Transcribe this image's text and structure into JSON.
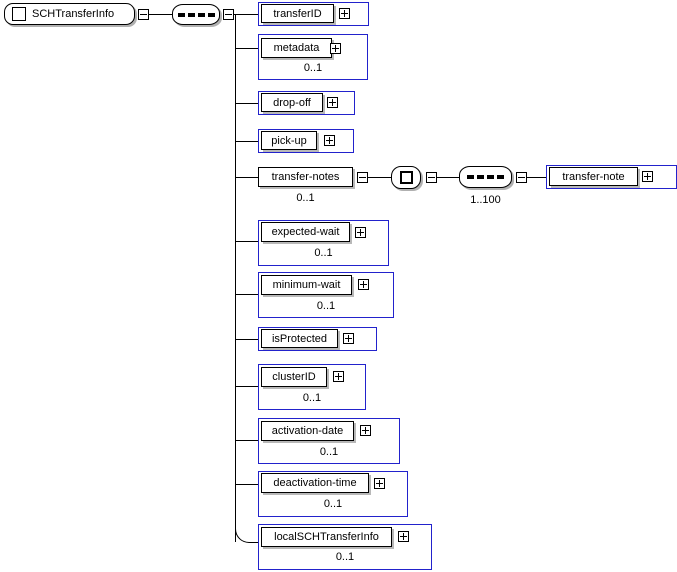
{
  "diagram": {
    "title": "SCHTransferInfo",
    "root": {
      "label": "SCHTransferInfo",
      "icon": "element-icon",
      "expander": "minus"
    },
    "root_compositor": {
      "kind": "sequence",
      "icon": "sequence-icon",
      "expander": "minus"
    },
    "children": [
      {
        "label": "transferID",
        "occurs": "",
        "expander": "plus",
        "style": "blue"
      },
      {
        "label": "metadata",
        "occurs": "0..1",
        "expander": "plus",
        "style": "blue"
      },
      {
        "label": "drop-off",
        "occurs": "",
        "expander": "plus",
        "style": "blue"
      },
      {
        "label": "pick-up",
        "occurs": "",
        "expander": "plus",
        "style": "blue"
      },
      {
        "label": "transfer-notes",
        "occurs": "0..1",
        "expander": "minus",
        "style": "plain"
      },
      {
        "label": "expected-wait",
        "occurs": "0..1",
        "expander": "plus",
        "style": "blue"
      },
      {
        "label": "minimum-wait",
        "occurs": "0..1",
        "expander": "plus",
        "style": "blue"
      },
      {
        "label": "isProtected",
        "occurs": "",
        "expander": "plus",
        "style": "blue"
      },
      {
        "label": "clusterID",
        "occurs": "0..1",
        "expander": "plus",
        "style": "blue"
      },
      {
        "label": "activation-date",
        "occurs": "0..1",
        "expander": "plus",
        "style": "blue"
      },
      {
        "label": "deactivation-time",
        "occurs": "0..1",
        "expander": "plus",
        "style": "blue"
      },
      {
        "label": "localSCHTransferInfo",
        "occurs": "0..1",
        "expander": "plus",
        "style": "blue"
      }
    ],
    "transfer_notes_branch": {
      "all_compositor": {
        "kind": "all",
        "icon": "all-icon",
        "expander": "minus"
      },
      "sequence_compositor": {
        "kind": "sequence",
        "icon": "sequence-icon",
        "expander": "minus",
        "occurs": "1..100"
      },
      "leaf": {
        "label": "transfer-note",
        "occurs": "",
        "expander": "plus",
        "style": "blue"
      }
    },
    "colors": {
      "element_border": "#2222cc",
      "label_border": "#000000",
      "shadow": "#b8b8b8",
      "background": "#ffffff",
      "line": "#000000"
    }
  }
}
